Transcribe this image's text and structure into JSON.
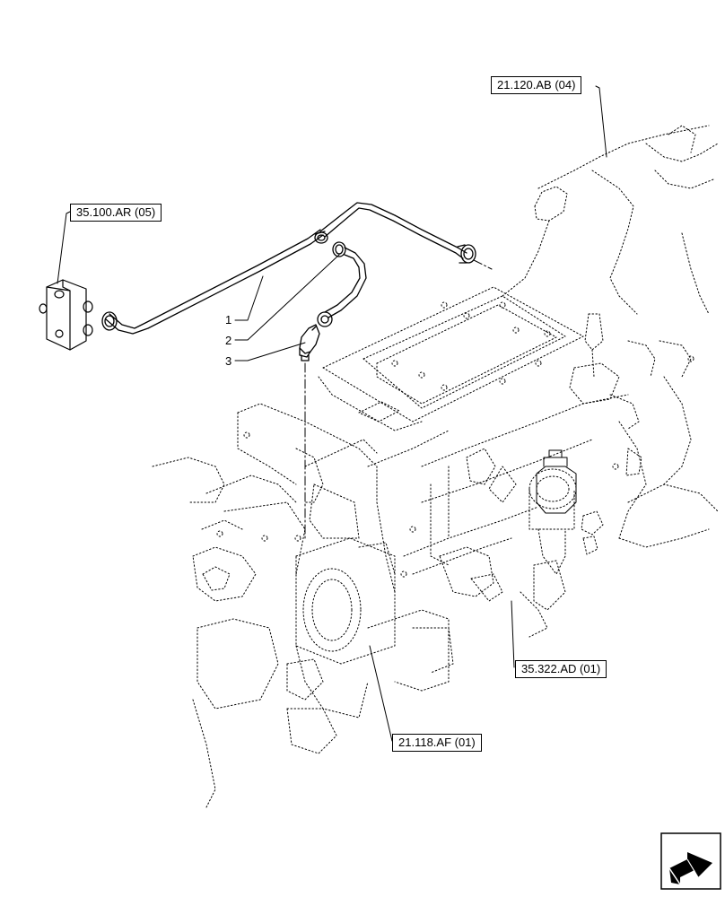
{
  "references": {
    "top_right": "21.120.AB (04)",
    "top_left": "35.100.AR (05)",
    "right_middle": "35.322.AD (01)",
    "bottom_center": "21.118.AF (01)"
  },
  "callouts": [
    "1",
    "2",
    "3"
  ],
  "icons": {
    "navigation": "next-page-arrow-icon"
  }
}
